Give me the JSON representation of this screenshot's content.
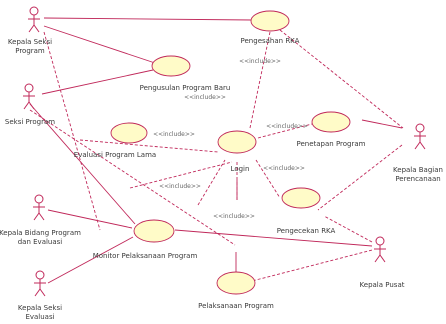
{
  "colors": {
    "line": "#c0285a",
    "usecase_fill": "#fffbc8",
    "text": "#3a3a3a",
    "background": "#ffffff"
  },
  "actors": [
    {
      "id": "a1",
      "label_lines": [
        "Kepala Seksi",
        "Program"
      ]
    },
    {
      "id": "a2",
      "label_lines": [
        "Seksi Program"
      ]
    },
    {
      "id": "a3",
      "label_lines": [
        "Kepala Bidang Program",
        "dan Evaluasi"
      ]
    },
    {
      "id": "a4",
      "label_lines": [
        "Kepala Seksi",
        "Evaluasi"
      ]
    },
    {
      "id": "a5",
      "label_lines": [
        "Kepala Bagian",
        "Perencanaan"
      ]
    },
    {
      "id": "a6",
      "label_lines": [
        "Kepala Pusat"
      ]
    }
  ],
  "usecases": [
    {
      "id": "u1",
      "label": "Pengesahan RKA"
    },
    {
      "id": "u2",
      "label": "Pengusulan Program Baru"
    },
    {
      "id": "u3",
      "label": "Evaluasi Program Lama"
    },
    {
      "id": "u4",
      "label": "Login"
    },
    {
      "id": "u5",
      "label": "Penetapan Program"
    },
    {
      "id": "u6",
      "label": "Pengecekan RKA"
    },
    {
      "id": "u7",
      "label": "Monitor Pelaksanaan Program"
    },
    {
      "id": "u8",
      "label": "Pelaksanaan Program"
    }
  ],
  "relations": [
    {
      "id": "r1",
      "label": "<<include>>"
    },
    {
      "id": "r2",
      "label": "<<include>>"
    },
    {
      "id": "r3",
      "label": "<<include>>"
    },
    {
      "id": "r4",
      "label": "<<include>>"
    },
    {
      "id": "r5",
      "label": "<<include>>"
    },
    {
      "id": "r6",
      "label": "<<include>>"
    },
    {
      "id": "r7",
      "label": "<<include>>"
    }
  ]
}
